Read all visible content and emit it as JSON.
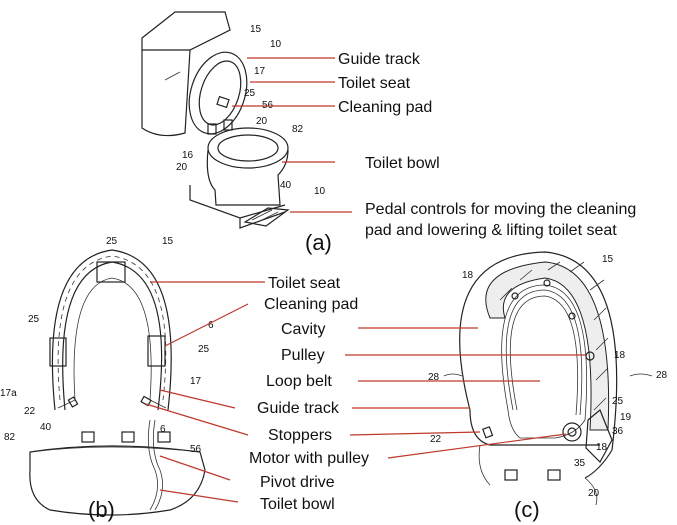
{
  "labels": {
    "guide_track_a": "Guide track",
    "toilet_seat_a": "Toilet seat",
    "cleaning_pad_a": "Cleaning pad",
    "toilet_bowl_a": "Toilet bowl",
    "pedal_line1": "Pedal controls for moving the cleaning",
    "pedal_line2": "pad and lowering & lifting toilet seat",
    "toilet_seat_b": "Toilet seat",
    "cleaning_pad_b": "Cleaning pad",
    "cavity": "Cavity",
    "pulley": "Pulley",
    "loop_belt": "Loop belt",
    "guide_track_b": "Guide track",
    "stoppers": "Stoppers",
    "motor_with_pulley": "Motor with pulley",
    "pivot_drive": "Pivot drive",
    "toilet_bowl_b": "Toilet bowl"
  },
  "panels": {
    "a": "(a)",
    "b": "(b)",
    "c": "(c)"
  },
  "numbers": {
    "a_15": "15",
    "a_10": "10",
    "a_17": "17",
    "a_25": "25",
    "a_56": "56",
    "a_20": "20",
    "a_82": "82",
    "a_16": "16",
    "a_20b": "20",
    "a_40": "40",
    "a_10b": "10",
    "b_25top": "25",
    "b_15": "15",
    "b_25left": "25",
    "b_6": "6",
    "b_25right": "25",
    "b_17a": "17a",
    "b_22": "22",
    "b_17": "17",
    "b_40": "40",
    "b_6b": "6",
    "b_82": "82",
    "b_56": "56",
    "c_15": "15",
    "c_18a": "18",
    "c_18b": "18",
    "c_28l": "28",
    "c_28r": "28",
    "c_25": "25",
    "c_19": "19",
    "c_36": "36",
    "c_22": "22",
    "c_18c": "18",
    "c_35": "35",
    "c_20": "20"
  },
  "colors": {
    "leader_line": "#c0392b",
    "drawing": "#222222"
  }
}
